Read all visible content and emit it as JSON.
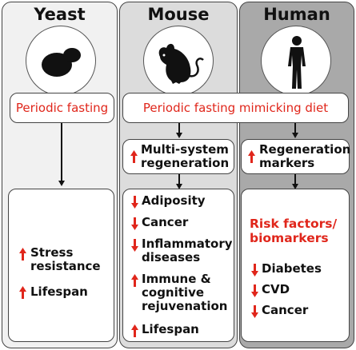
{
  "columns": {
    "yeast": {
      "title": "Yeast",
      "icon": "yeast-cell-icon"
    },
    "mouse": {
      "title": "Mouse",
      "icon": "mouse-icon"
    },
    "human": {
      "title": "Human",
      "icon": "human-figure-icon"
    }
  },
  "yeast": {
    "intervention": "Periodic fasting",
    "outcomes": [
      {
        "direction": "up",
        "text": "Stress resistance"
      },
      {
        "direction": "up",
        "text": "Lifespan"
      }
    ]
  },
  "mouse_human": {
    "intervention": "Periodic fasting mimicking diet"
  },
  "mouse": {
    "effect": {
      "direction": "up",
      "text": "Multi-system regeneration"
    },
    "outcomes": [
      {
        "direction": "down",
        "text": "Adiposity"
      },
      {
        "direction": "down",
        "text": "Cancer"
      },
      {
        "direction": "down",
        "text": "Inflammatory diseases"
      },
      {
        "direction": "up",
        "text": "Immune & cognitive rejuvenation"
      },
      {
        "direction": "up",
        "text": "Lifespan"
      }
    ]
  },
  "human": {
    "effect": {
      "direction": "up",
      "text": "Regeneration markers"
    },
    "outcomes_heading": "Risk factors/ biomarkers",
    "outcomes": [
      {
        "direction": "down",
        "text": "Diabetes"
      },
      {
        "direction": "down",
        "text": "CVD"
      },
      {
        "direction": "down",
        "text": "Cancer"
      }
    ]
  },
  "colors": {
    "accent_red": "#e0261b",
    "yeast_bg": "#f1f1f1",
    "mouse_bg": "#dcdcdc",
    "human_bg": "#a9a9a9"
  }
}
